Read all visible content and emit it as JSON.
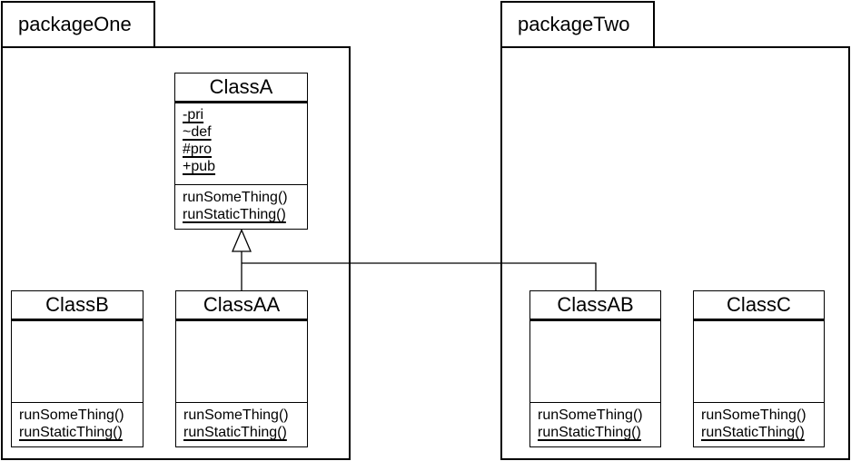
{
  "diagram": {
    "kind": "uml-class-diagram",
    "background_color": "#ffffff",
    "stroke_color": "#000000",
    "fill_color": "#ffffff"
  },
  "packages": [
    {
      "name": "packageOne"
    },
    {
      "name": "packageTwo"
    }
  ],
  "classes": [
    {
      "name": "ClassA",
      "package": "packageOne",
      "attributes": [
        {
          "text": "-pri",
          "static": true
        },
        {
          "text": "~def",
          "static": true
        },
        {
          "text": "#pro",
          "static": true
        },
        {
          "text": "+pub",
          "static": true
        }
      ],
      "methods": [
        {
          "text": "runSomeThing()",
          "static": false
        },
        {
          "text": "runStaticThing()",
          "static": true
        }
      ]
    },
    {
      "name": "ClassB",
      "package": "packageOne",
      "attributes": [],
      "methods": [
        {
          "text": "runSomeThing()",
          "static": false
        },
        {
          "text": "runStaticThing()",
          "static": true
        }
      ]
    },
    {
      "name": "ClassAA",
      "package": "packageOne",
      "attributes": [],
      "methods": [
        {
          "text": "runSomeThing()",
          "static": false
        },
        {
          "text": "runStaticThing()",
          "static": true
        }
      ]
    },
    {
      "name": "ClassAB",
      "package": "packageTwo",
      "attributes": [],
      "methods": [
        {
          "text": "runSomeThing()",
          "static": false
        },
        {
          "text": "runStaticThing()",
          "static": true
        }
      ]
    },
    {
      "name": "ClassC",
      "package": "packageTwo",
      "attributes": [],
      "methods": [
        {
          "text": "runSomeThing()",
          "static": false
        },
        {
          "text": "runStaticThing()",
          "static": true
        }
      ]
    }
  ],
  "relationships": [
    {
      "type": "generalization",
      "from": "ClassAA",
      "to": "ClassA"
    },
    {
      "type": "generalization",
      "from": "ClassAB",
      "to": "ClassA"
    }
  ]
}
